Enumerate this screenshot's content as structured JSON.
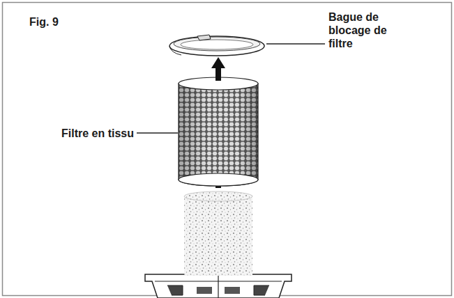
{
  "diagram": {
    "title": "Fig. 9",
    "labels": [
      "Bague de blocage de filtre",
      "Filtre en tissu"
    ]
  }
}
